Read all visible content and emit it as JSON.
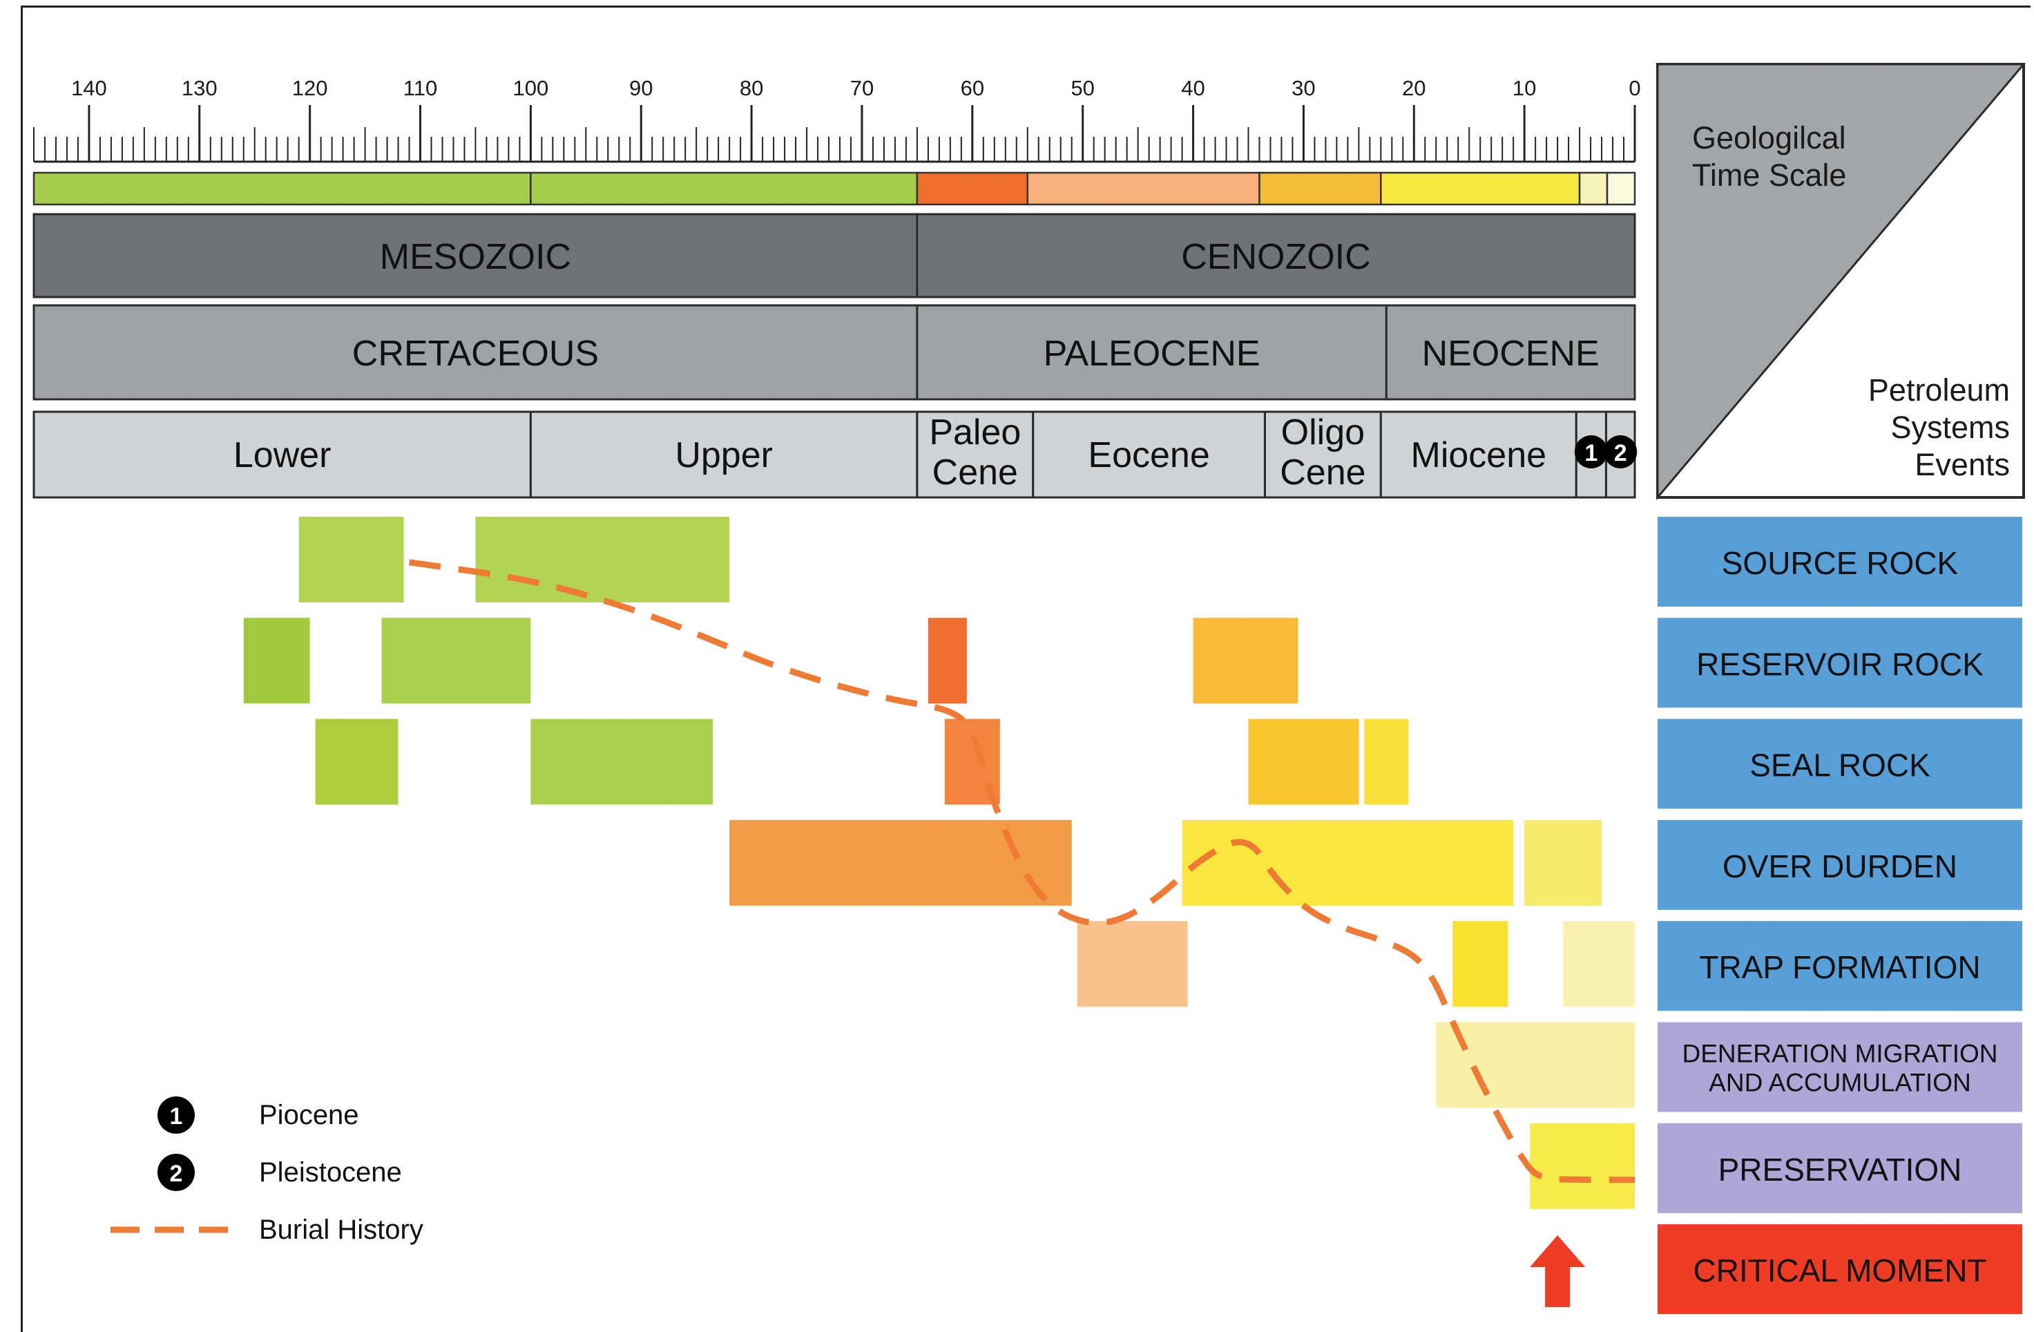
{
  "chart_data": {
    "type": "timeline",
    "axis": {
      "ticks": [
        "140",
        "130",
        "120",
        "110",
        "100",
        "90",
        "80",
        "70",
        "60",
        "50",
        "40",
        "30",
        "20",
        "10",
        "0"
      ],
      "tick_values": [
        140,
        130,
        120,
        110,
        100,
        90,
        80,
        70,
        60,
        50,
        40,
        30,
        20,
        10,
        0
      ],
      "xlim": [
        145,
        0
      ],
      "minor_tick_step": 1
    },
    "color_bar": [
      {
        "start": 145,
        "end": 100,
        "color": "#a4cc4c"
      },
      {
        "start": 100,
        "end": 65,
        "color": "#a4cc4c"
      },
      {
        "start": 65,
        "end": 55,
        "color": "#f06e2c"
      },
      {
        "start": 55,
        "end": 34,
        "color": "#f8b07a"
      },
      {
        "start": 34,
        "end": 23,
        "color": "#f3bd35"
      },
      {
        "start": 23,
        "end": 5,
        "color": "#f7e840"
      },
      {
        "start": 5,
        "end": 2.5,
        "color": "#f8f3b8"
      },
      {
        "start": 2.5,
        "end": 0,
        "color": "#fbf9de"
      }
    ],
    "eras": [
      {
        "label": "MESOZOIC",
        "start": 145,
        "end": 65
      },
      {
        "label": "CENOZOIC",
        "start": 65,
        "end": 0
      }
    ],
    "periods": [
      {
        "label": "CRETACEOUS",
        "start": 145,
        "end": 65
      },
      {
        "label": "PALEOCENE",
        "start": 65,
        "end": 22.5
      },
      {
        "label": "NEOCENE",
        "start": 22.5,
        "end": 0
      }
    ],
    "epochs": [
      {
        "label": "Lower",
        "start": 145,
        "end": 100
      },
      {
        "label": "Upper",
        "start": 100,
        "end": 65
      },
      {
        "label": "Paleo\nCene",
        "start": 65,
        "end": 54.5
      },
      {
        "label": "Eocene",
        "start": 54.5,
        "end": 33.5
      },
      {
        "label": "Oligo\nCene",
        "start": 33.5,
        "end": 23
      },
      {
        "label": "Miocene",
        "start": 23,
        "end": 5.3
      },
      {
        "label": "1",
        "start": 5.3,
        "end": 2.6,
        "marker": true
      },
      {
        "label": "2",
        "start": 2.6,
        "end": 0,
        "marker": true
      }
    ],
    "corner": {
      "top": "Geologilcal\nTime Scale",
      "bottom": "Petroleum\nSystems\nEvents"
    },
    "events": [
      {
        "label": "SOURCE ROCK",
        "color": "#589fd8"
      },
      {
        "label": "RESERVOIR ROCK",
        "color": "#589fd8"
      },
      {
        "label": "SEAL ROCK",
        "color": "#589fd8"
      },
      {
        "label": "OVER DURDEN",
        "color": "#589fd8"
      },
      {
        "label": "TRAP FORMATION",
        "color": "#589fd8"
      },
      {
        "label": "DENERATION MIGRATION\nAND ACCUMULATION",
        "color": "#ada6d6"
      },
      {
        "label": "PRESERVATION",
        "color": "#ada6d6"
      },
      {
        "label": "CRITICAL MOMENT",
        "color": "#f03c24"
      }
    ],
    "event_bars": [
      {
        "row": 0,
        "start": 121,
        "end": 111.5,
        "color": "#b3d452"
      },
      {
        "row": 0,
        "start": 105,
        "end": 82,
        "color": "#b3d452"
      },
      {
        "row": 1,
        "start": 126,
        "end": 120,
        "color": "#a2c83d"
      },
      {
        "row": 1,
        "start": 113.5,
        "end": 100,
        "color": "#a9d04c"
      },
      {
        "row": 1,
        "start": 64,
        "end": 60.5,
        "color": "#f16d2d"
      },
      {
        "row": 1,
        "start": 40,
        "end": 30.5,
        "color": "#f8ba36"
      },
      {
        "row": 2,
        "start": 119.5,
        "end": 112,
        "color": "#aecc3b"
      },
      {
        "row": 2,
        "start": 100,
        "end": 83.5,
        "color": "#a9d04c"
      },
      {
        "row": 2,
        "start": 62.5,
        "end": 57.5,
        "color": "#f2843e"
      },
      {
        "row": 2,
        "start": 35,
        "end": 25,
        "color": "#f8c52c"
      },
      {
        "row": 2,
        "start": 24.5,
        "end": 20.5,
        "color": "#f9e038"
      },
      {
        "row": 3,
        "start": 82,
        "end": 51,
        "color": "#f29b45"
      },
      {
        "row": 3,
        "start": 41,
        "end": 11,
        "color": "#fae73d"
      },
      {
        "row": 3,
        "start": 10,
        "end": 3,
        "color": "#f8ea6a"
      },
      {
        "row": 4,
        "start": 50.5,
        "end": 40.5,
        "color": "#f8c38b"
      },
      {
        "row": 4,
        "start": 16.5,
        "end": 11.5,
        "color": "#f8e12c"
      },
      {
        "row": 4,
        "start": 6.5,
        "end": 0,
        "color": "#f8f2ae"
      },
      {
        "row": 5,
        "start": 18,
        "end": 0,
        "color": "#f7f0a6"
      },
      {
        "row": 6,
        "start": 9.5,
        "end": 0,
        "color": "#f9ea4c"
      }
    ],
    "burial_history": [
      {
        "x": 111,
        "row": 0.45
      },
      {
        "x": 100,
        "row": 0.62
      },
      {
        "x": 91,
        "row": 0.9
      },
      {
        "x": 84,
        "row": 1.2
      },
      {
        "x": 77,
        "row": 1.52
      },
      {
        "x": 68,
        "row": 1.8
      },
      {
        "x": 62,
        "row": 1.9
      },
      {
        "x": 60,
        "row": 2.1
      },
      {
        "x": 59,
        "row": 2.5
      },
      {
        "x": 57.5,
        "row": 3.0
      },
      {
        "x": 55,
        "row": 3.6
      },
      {
        "x": 52,
        "row": 3.95
      },
      {
        "x": 48,
        "row": 4.05
      },
      {
        "x": 44,
        "row": 3.85
      },
      {
        "x": 39,
        "row": 3.35
      },
      {
        "x": 35,
        "row": 3.15
      },
      {
        "x": 32.5,
        "row": 3.6
      },
      {
        "x": 28.5,
        "row": 4.0
      },
      {
        "x": 21,
        "row": 4.25
      },
      {
        "x": 18.5,
        "row": 4.5
      },
      {
        "x": 16.5,
        "row": 5.0
      },
      {
        "x": 13.5,
        "row": 5.7
      },
      {
        "x": 10,
        "row": 6.4
      },
      {
        "x": 8.5,
        "row": 6.55
      },
      {
        "x": 5,
        "row": 6.56
      },
      {
        "x": 0,
        "row": 6.56
      }
    ],
    "critical_moment_x": 7,
    "legend": [
      {
        "marker": "1",
        "label": "Piocene"
      },
      {
        "marker": "2",
        "label": "Pleistocene"
      },
      {
        "marker": "dash",
        "label": "Burial History"
      }
    ],
    "colors": {
      "burial_line": "#ee7a33",
      "era_band": "#6f7377",
      "period_band": "#9ea3a6",
      "epoch_band": "#d0d3d5",
      "arrow": "#f03c24"
    }
  }
}
